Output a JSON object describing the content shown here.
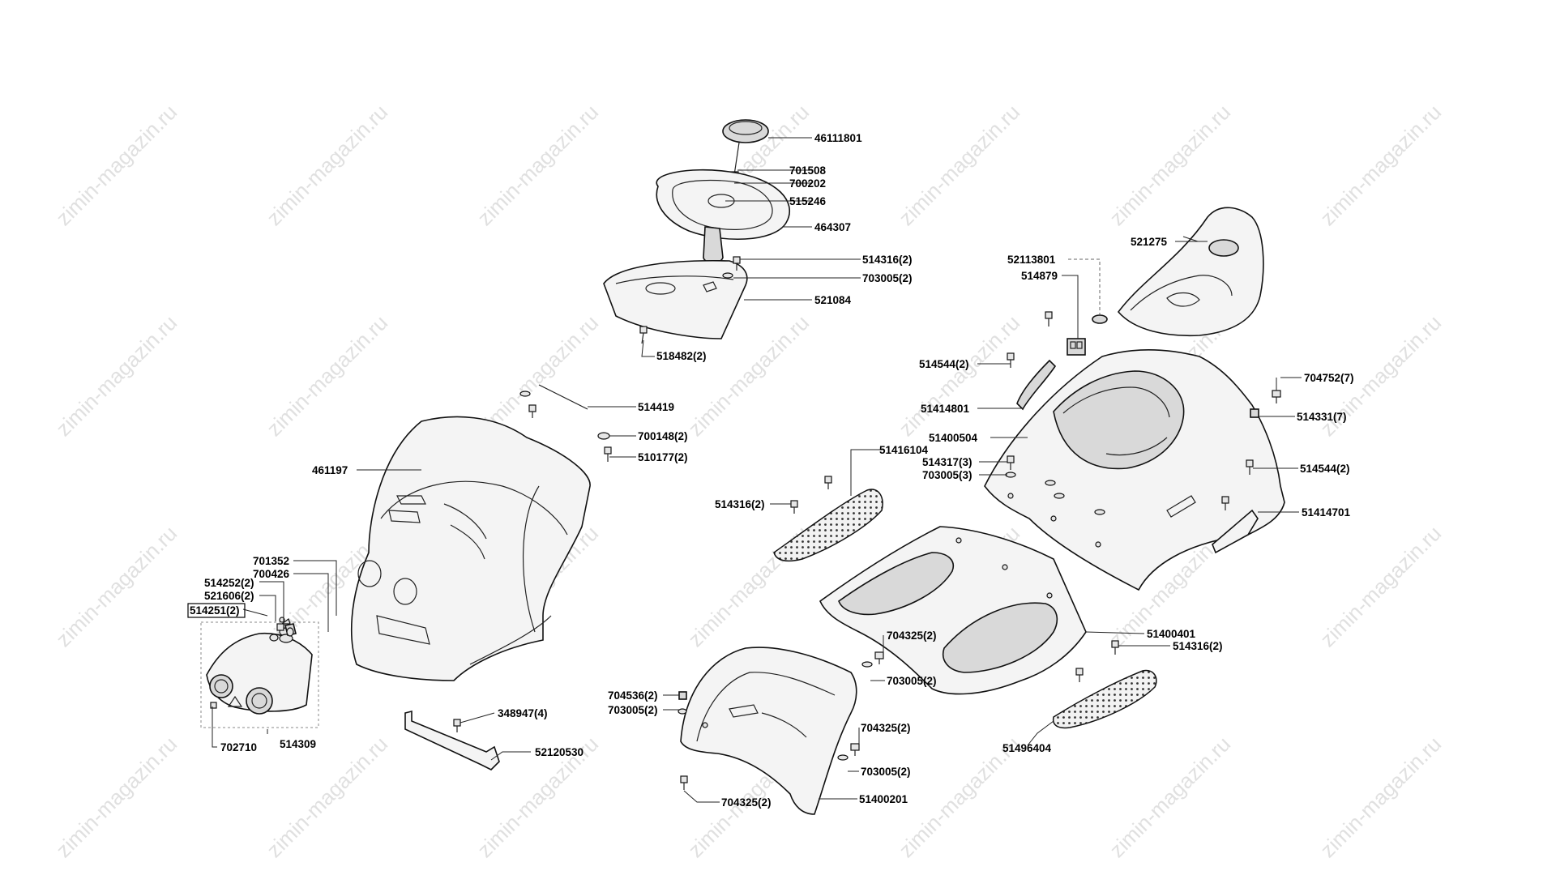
{
  "watermark": "zimin-magazin.ru",
  "labels": {
    "l46111801": "46111801",
    "l701508": "701508",
    "l700202": "700202",
    "l515246": "515246",
    "l464307": "464307",
    "l514316_2_top": "514316(2)",
    "l703005_2_top": "703005(2)",
    "l521084": "521084",
    "l518482_2": "518482(2)",
    "l514419": "514419",
    "l700148_2": "700148(2)",
    "l510177_2": "510177(2)",
    "l461197": "461197",
    "l701352": "701352",
    "l700426": "700426",
    "l514252_2": "514252(2)",
    "l521606_2": "521606(2)",
    "l514251_2": "514251(2)",
    "l702710": "702710",
    "l514309": "514309",
    "l348947_4": "348947(4)",
    "l52120530": "52120530",
    "l521275": "521275",
    "l52113801": "52113801",
    "l514879": "514879",
    "l514544_2_left": "514544(2)",
    "l51414801": "51414801",
    "l51400504": "51400504",
    "l51416104": "51416104",
    "l514317_3": "514317(3)",
    "l703005_3": "703005(3)",
    "l514316_2_left": "514316(2)",
    "l704752_7": "704752(7)",
    "l514331_7": "514331(7)",
    "l514544_2_right": "514544(2)",
    "l51414701": "51414701",
    "l51400401": "51400401",
    "l514316_2_right": "514316(2)",
    "l704325_2_a": "704325(2)",
    "l703005_2_a": "703005(2)",
    "l704536_2": "704536(2)",
    "l703005_2_b": "703005(2)",
    "l704325_2_b": "704325(2)",
    "l703005_2_c": "703005(2)",
    "l704325_2_c": "704325(2)",
    "l51400201": "51400201",
    "l51496404": "51496404"
  }
}
